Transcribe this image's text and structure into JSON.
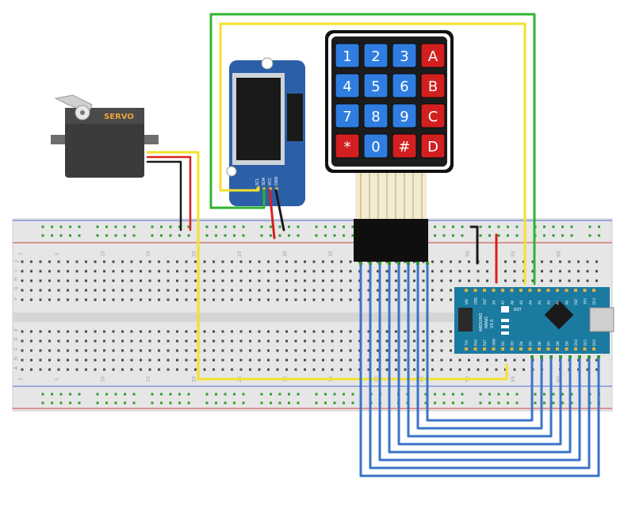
{
  "servo": {
    "label": "SERVO"
  },
  "keypad": {
    "keys": [
      {
        "label": "1",
        "kind": "num"
      },
      {
        "label": "2",
        "kind": "num"
      },
      {
        "label": "3",
        "kind": "num"
      },
      {
        "label": "A",
        "kind": "letter"
      },
      {
        "label": "4",
        "kind": "num"
      },
      {
        "label": "5",
        "kind": "num"
      },
      {
        "label": "6",
        "kind": "num"
      },
      {
        "label": "B",
        "kind": "letter"
      },
      {
        "label": "7",
        "kind": "num"
      },
      {
        "label": "8",
        "kind": "num"
      },
      {
        "label": "9",
        "kind": "num"
      },
      {
        "label": "C",
        "kind": "letter"
      },
      {
        "label": "*",
        "kind": "letter"
      },
      {
        "label": "0",
        "kind": "num"
      },
      {
        "label": "#",
        "kind": "letter"
      },
      {
        "label": "D",
        "kind": "letter"
      }
    ]
  },
  "oled": {
    "pins": [
      "SCL",
      "SDA",
      "VCC",
      "GND"
    ]
  },
  "arduino": {
    "title": "ARDUINO",
    "model": "NANO",
    "version": "V3.0",
    "rst_label": "RST",
    "top_pins": [
      "VIN",
      "GND",
      "RST",
      "5V",
      "A7",
      "A6",
      "A5",
      "A4",
      "A3",
      "A2",
      "A1",
      "A0",
      "REF",
      "3V3",
      "D13"
    ],
    "bottom_pins": [
      "TX1",
      "RX0",
      "RST",
      "GND",
      "D2",
      "D3",
      "D4",
      "D5",
      "D6",
      "D7",
      "D8",
      "D9",
      "D10",
      "D11",
      "D12"
    ]
  },
  "breadboard": {
    "column_numbers": [
      "1",
      "5",
      "10",
      "15",
      "20",
      "25",
      "30",
      "35",
      "40",
      "45",
      "50",
      "55",
      "60"
    ],
    "row_letters_top": [
      "J",
      "I",
      "H",
      "G",
      "F"
    ],
    "row_letters_bottom": [
      "E",
      "D",
      "C",
      "B",
      "A"
    ]
  },
  "colors": {
    "wire_green": "#2db52d",
    "wire_yellow": "#f2e22a",
    "wire_blue": "#3a74c9",
    "wire_red": "#d8201c",
    "wire_black": "#1a1a1a",
    "key_blue": "#2f7de1",
    "key_red": "#d21f1f",
    "board_teal": "#1b7aa0",
    "breadboard_bg": "#e4e4e4"
  }
}
